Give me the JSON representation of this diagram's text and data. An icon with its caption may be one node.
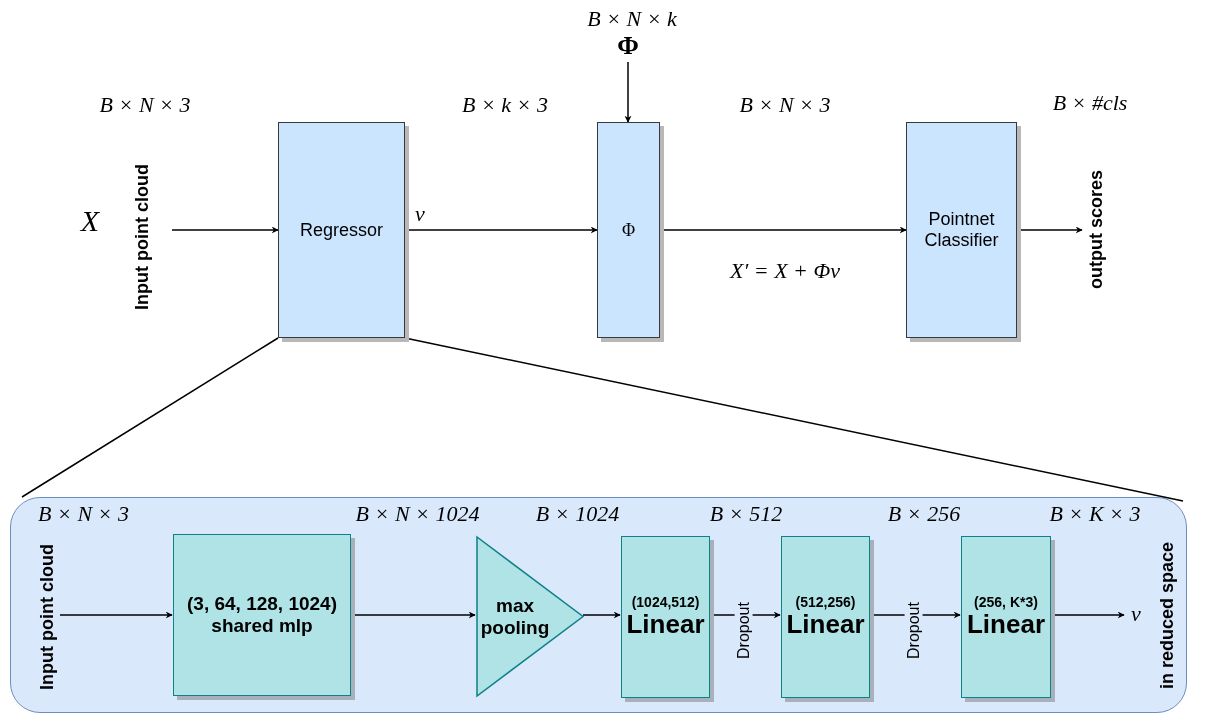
{
  "diagram": {
    "nodes": [
      {
        "text": [
          "X"
        ],
        "beside": [
          "Input point cloud"
        ]
      },
      {
        "text": [
          "Regressor"
        ]
      },
      {
        "text": [
          "Φ"
        ]
      },
      {
        "text": [
          "Φ"
        ],
        "beside": [
          "B × N × k"
        ]
      },
      {
        "text": [
          "Pointnet Classifier"
        ]
      },
      {
        "text": [
          "output scores"
        ]
      },
      {
        "text": [],
        "shape": "box"
      },
      {
        "text": [
          "Input point cloud"
        ],
        "in": 6
      },
      {
        "text": [
          "(3, 64, 128, 1024)",
          "shared mlp"
        ],
        "in": 6
      },
      {
        "text": [
          "max pooling"
        ],
        "in": 6
      },
      {
        "text": [
          "(1024,512)",
          "Linear"
        ],
        "in": 6
      },
      {
        "text": [
          "(512,256)",
          "Linear"
        ],
        "in": 6
      },
      {
        "text": [
          "(256, K*3)",
          "Linear"
        ],
        "in": 6
      },
      {
        "text": [
          "v"
        ],
        "in": 6
      }
    ],
    "edges": [
      {
        "from": 0,
        "to": 1,
        "arrow": "to"
      },
      {
        "from": 1,
        "to": 2,
        "arrow": "to",
        "label": "v"
      },
      {
        "from": 3,
        "to": 2,
        "arrow": "to"
      },
      {
        "from": 2,
        "to": 4,
        "arrow": "to"
      },
      {
        "from": 4,
        "to": 5,
        "arrow": "to"
      },
      {
        "from": 1,
        "to": 6,
        "arrow": "none"
      },
      {
        "from": 1,
        "to": 6,
        "arrow": "none"
      },
      {
        "from": 7,
        "to": 8,
        "arrow": "to"
      },
      {
        "from": 8,
        "to": 9,
        "arrow": "to"
      },
      {
        "from": 9,
        "to": 10,
        "arrow": "to"
      },
      {
        "from": 10,
        "to": 11,
        "arrow": "to",
        "label": "Dropout"
      },
      {
        "from": 11,
        "to": 12,
        "arrow": "to",
        "label": "Dropout"
      },
      {
        "from": 12,
        "to": 13,
        "arrow": "to"
      }
    ],
    "labels": [
      "B × N × 3",
      "B × k × 3",
      "B × N × 3",
      "B × #cls",
      "X′ = X + Φv",
      "B × N × 3",
      "B × N × 1024",
      "B × 1024",
      "B × 512",
      "B × 256",
      "B × K × 3",
      "in reduced space"
    ]
  }
}
